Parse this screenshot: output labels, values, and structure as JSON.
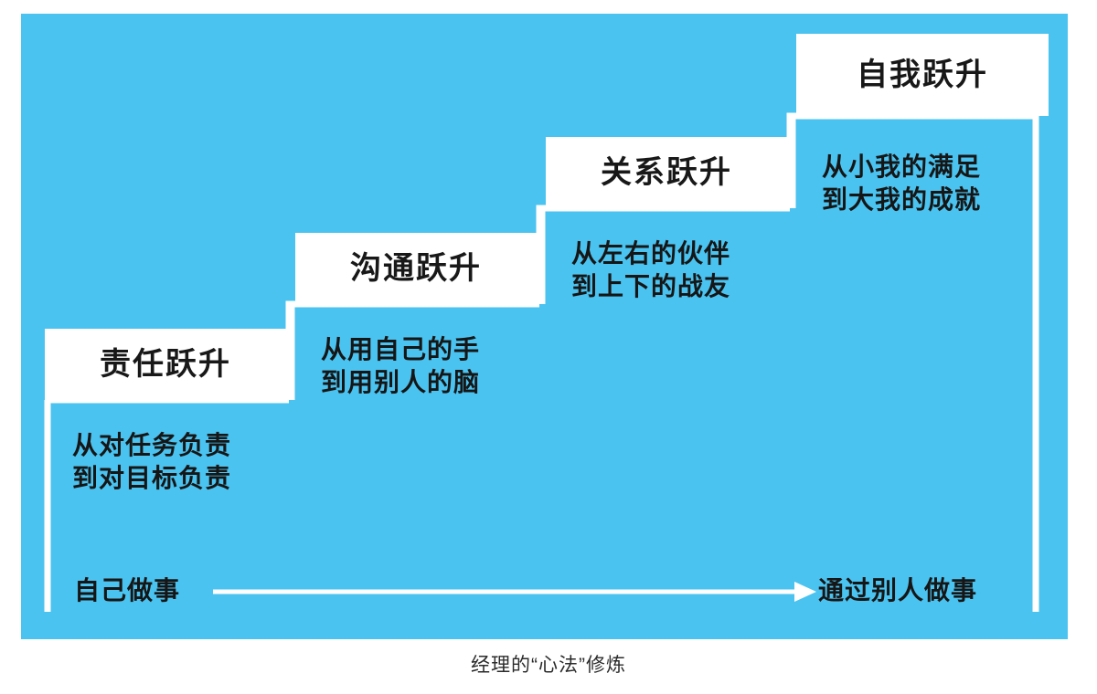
{
  "caption": "经理的“心法”修炼",
  "colors": {
    "canvas_background": "#4ac3f0",
    "label_background": "#ffffff",
    "text": "#161616",
    "outline": "#ffffff"
  },
  "chart_data": {
    "type": "diagram",
    "subtype": "staircase",
    "title": "经理的“心法”修炼",
    "steps": [
      {
        "index": 1,
        "label": "责任跃升",
        "desc_line1": "从对任务负责",
        "desc_line2": "到对目标负责"
      },
      {
        "index": 2,
        "label": "沟通跃升",
        "desc_line1": "从用自己的手",
        "desc_line2": "到用别人的脑"
      },
      {
        "index": 3,
        "label": "关系跃升",
        "desc_line1": "从左右的伙伴",
        "desc_line2": "到上下的战友"
      },
      {
        "index": 4,
        "label": "自我跃升",
        "desc_line1": "从小我的满足",
        "desc_line2": "到大我的成就"
      }
    ],
    "axis": {
      "start_label": "自己做事",
      "end_label": "通过别人做事",
      "direction": "left-to-right",
      "arrow": true
    }
  }
}
